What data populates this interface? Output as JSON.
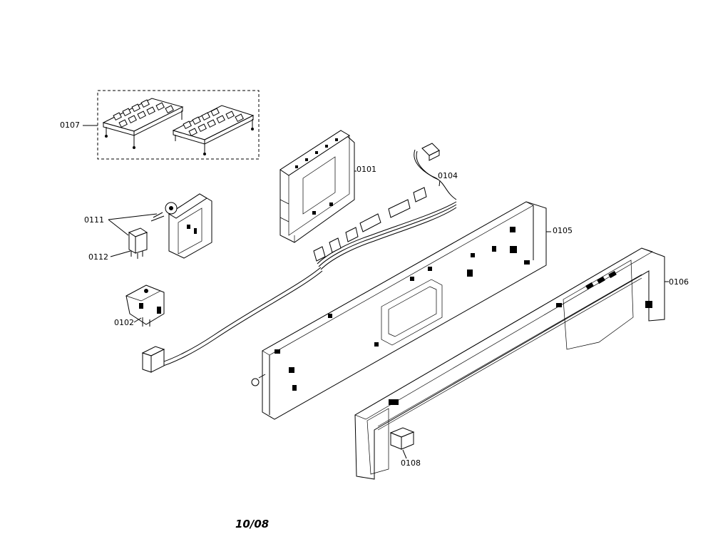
{
  "callouts": {
    "p0107": "0107",
    "p0101": "0101",
    "p0104": "0104",
    "p0105": "0105",
    "p0111": "0111",
    "p0112": "0112",
    "p0102": "0102",
    "p0106": "0106",
    "p0108": "0108"
  },
  "footer": {
    "date": "10/08"
  }
}
